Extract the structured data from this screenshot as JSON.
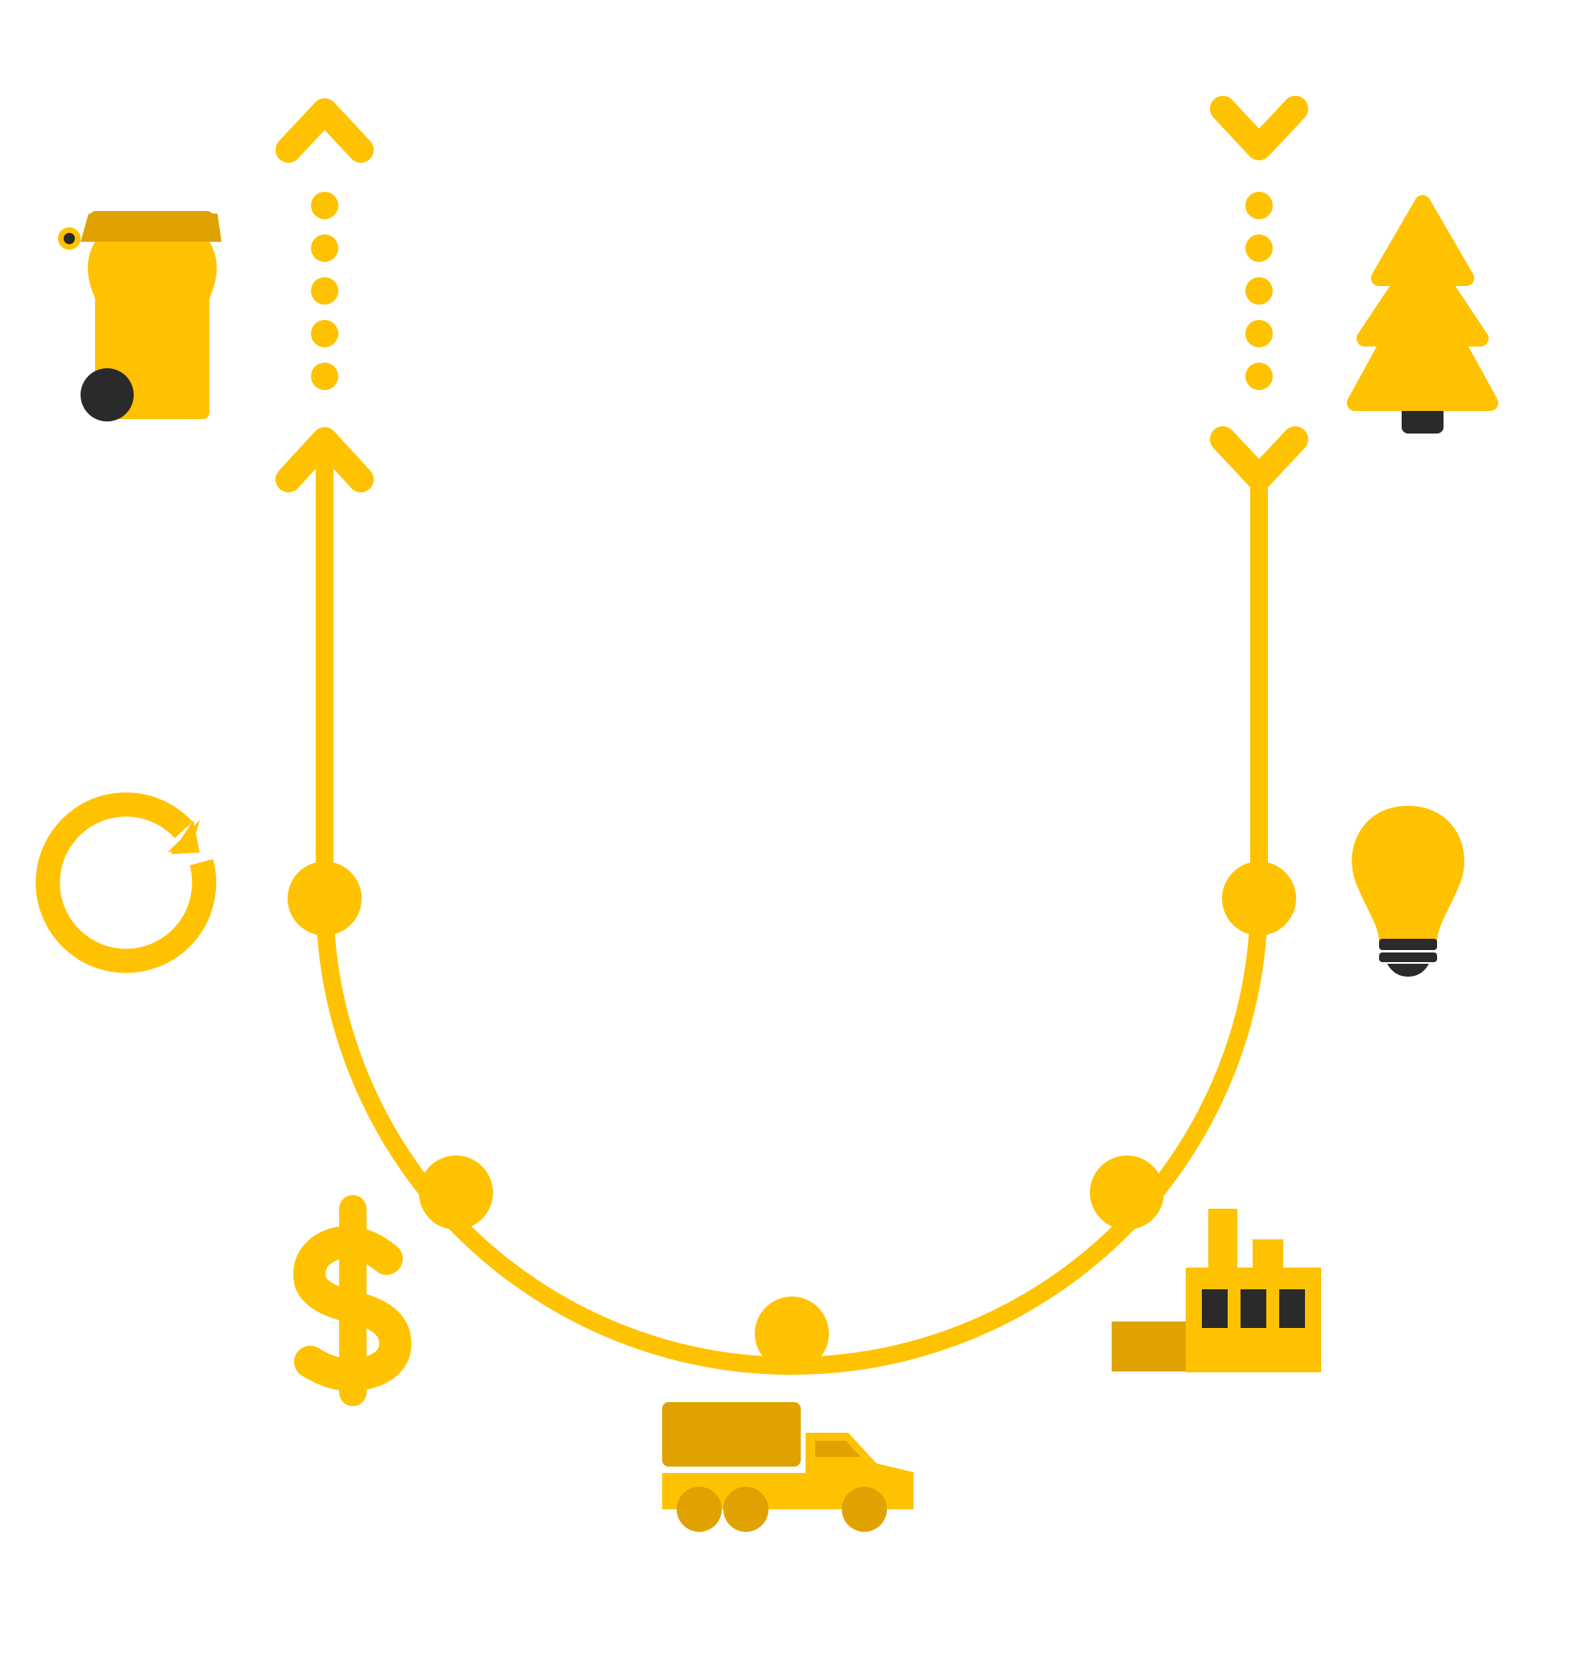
{
  "colors": {
    "primary": "#FFC200",
    "secondary": "#E0A200",
    "dark": "#2A2A2A",
    "background": "#FFFFFF"
  },
  "icons": [
    "trash-bin-icon",
    "tree-icon",
    "recycle-arrow-icon",
    "light-bulb-icon",
    "dollar-icon",
    "factory-icon",
    "truck-icon"
  ],
  "flow": {
    "left_branch": "arrow-up",
    "right_branch": "arrow-down",
    "node_count": 5
  }
}
